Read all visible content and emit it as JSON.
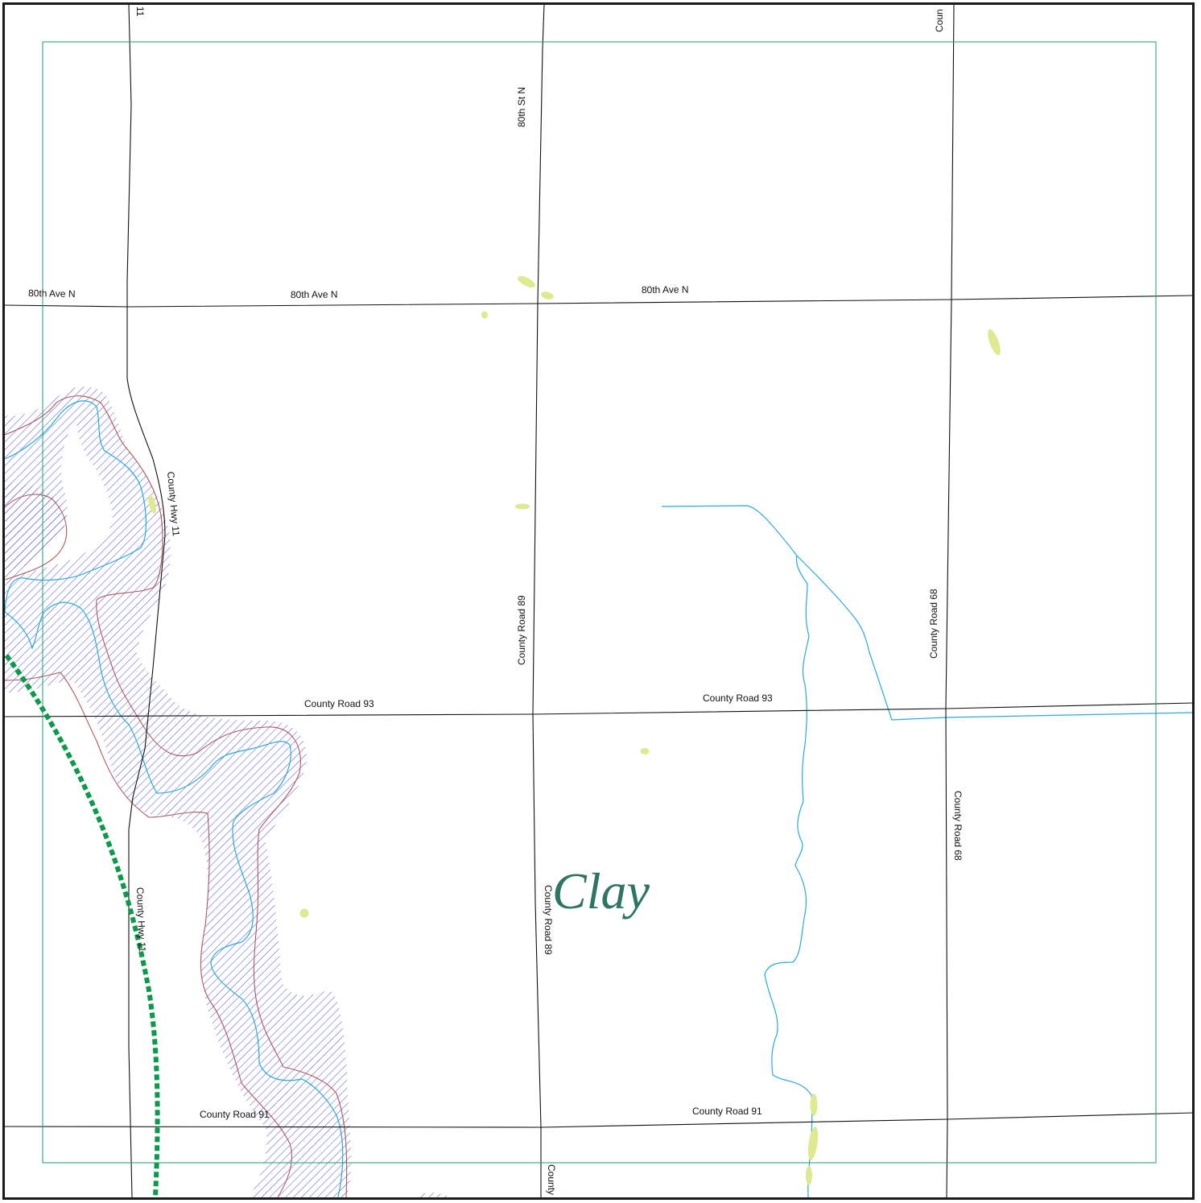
{
  "place": {
    "name": "Clay"
  },
  "roads": {
    "ave80_west": "80th Ave N",
    "ave80_mid": "80th Ave N",
    "ave80_east": "80th Ave N",
    "st80": "80th St N",
    "cr93_west": "County Road 93",
    "cr93_east": "County Road 93",
    "cr91_west": "County Road 91",
    "cr91_east": "County Road 91",
    "cr89_north": "County Road 89",
    "cr89_south": "County Road 89",
    "cr68_north": "County Road 68",
    "cr68_south": "County Road 68",
    "hwy11_north": "County Hwy 11",
    "hwy11_south": "County Hwy 11",
    "hwy11_top": "11",
    "county_top": "Coun",
    "county_bottom": "County"
  },
  "colors": {
    "frame": "#1a1a1a",
    "extent": "#1f9e6e",
    "road": "#111111",
    "stream": "#29a9e0",
    "floodplain_hatch": "#5a5fc4",
    "floodplain_edge": "#b0585a",
    "wetland": "#dfe98f",
    "rail": "#0a9a4a",
    "place_label": "#2e7563"
  }
}
